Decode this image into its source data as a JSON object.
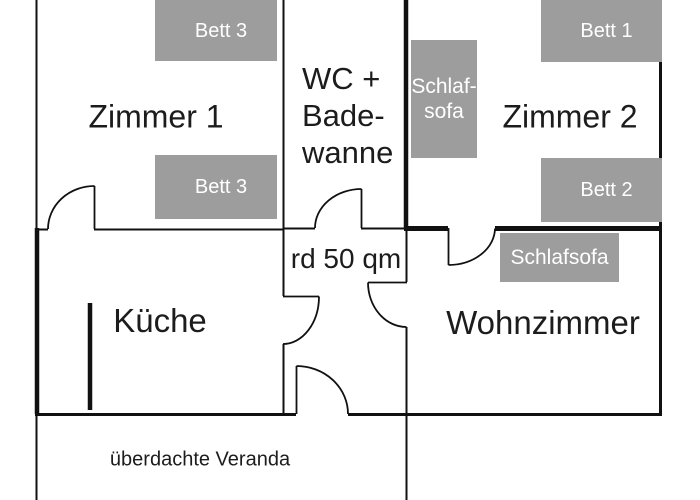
{
  "colors": {
    "background": "#ffffff",
    "wall": "#111111",
    "text": "#1c1c1c",
    "furniture": "#9d9d9d",
    "furniture_text": "#ffffff"
  },
  "rooms": {
    "zimmer1": {
      "label": "Zimmer 1"
    },
    "bathroom": {
      "lines": [
        "WC +",
        "Bade-",
        "wanne"
      ]
    },
    "zimmer2": {
      "label": "Zimmer 2"
    },
    "kueche": {
      "label": "Küche"
    },
    "wohnzimmer": {
      "label": "Wohnzimmer"
    },
    "hallway": {
      "area_label": "rd 50 qm"
    },
    "veranda": {
      "label": "überdachte Veranda"
    }
  },
  "furniture": {
    "bett3_top": {
      "label": "Bett 3"
    },
    "bett3_bottom": {
      "label": "Bett 3"
    },
    "schlafsofa_zimmer2": {
      "lines": [
        "Schlaf-",
        "sofa"
      ]
    },
    "bett1": {
      "label": "Bett 1"
    },
    "bett2": {
      "label": "Bett 2"
    },
    "schlafsofa_wohnzimmer": {
      "label": "Schlafsofa"
    }
  }
}
